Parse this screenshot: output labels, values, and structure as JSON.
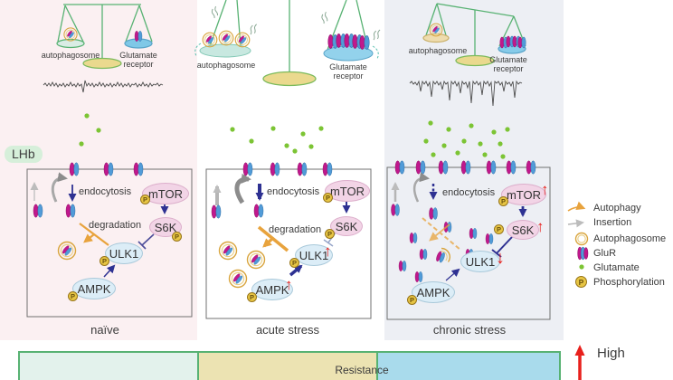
{
  "colors": {
    "glur_magenta": "#c0188c",
    "glur_blue": "#519bd8",
    "glutamate_green": "#7cc434",
    "phosphorylation_yellow": "#e7c544",
    "autophagy_orange": "#e8a33d",
    "scale_green": "#58b273",
    "trend_red": "#e8201c",
    "kinase_pink": "#f2d4e6",
    "kinase_blue": "#dcedf7",
    "navy_arrow": "#2e3192",
    "panel_naive_bg": "#fbf0f2",
    "panel_chronic_bg": "#edeff4",
    "bar_naive": "#e3f2ec",
    "bar_acute": "#ece3b2",
    "bar_chronic": "#a9dbec"
  },
  "symbols": {
    "p": "P",
    "up": "↑",
    "down": "↓"
  },
  "lhb_label": "LHb",
  "panels": [
    {
      "condition_label": "naïve",
      "scale": {
        "left_label": "autophagosome",
        "right_label": "Glutamate receptor"
      },
      "cell": {
        "endocytosis_label": "endocytosis",
        "degradation_label": "degradation",
        "mtor_label": "mTOR",
        "s6k_label": "S6K",
        "ulk1_label": "ULK1",
        "ampk_label": "AMPK"
      }
    },
    {
      "condition_label": "acute stress",
      "scale": {
        "left_label": "autophagosome",
        "right_label": "Glutamate receptor"
      },
      "cell": {
        "endocytosis_label": "endocytosis",
        "degradation_label": "degradation",
        "mtor_label": "mTOR",
        "s6k_label": "S6K",
        "ulk1_label": "ULK1",
        "ampk_label": "AMPK",
        "ulk1_trend": "up",
        "ampk_trend": "up"
      }
    },
    {
      "condition_label": "chronic stress",
      "scale": {
        "left_label": "autophagosome",
        "right_label": "Glutamate receptor"
      },
      "cell": {
        "endocytosis_label": "endocytosis",
        "mtor_label": "mTOR",
        "s6k_label": "S6K",
        "ulk1_label": "ULK1",
        "ampk_label": "AMPK",
        "mtor_trend": "up",
        "s6k_trend": "up",
        "ulk1_trend": "down"
      }
    }
  ],
  "legend": {
    "items": [
      {
        "icon": "autophagy-arrow",
        "label": "Autophagy"
      },
      {
        "icon": "insertion-arrow",
        "label": "Insertion"
      },
      {
        "icon": "autophagosome-ring",
        "label": "Autophagosome"
      },
      {
        "icon": "glur-receptor",
        "label": "GluR"
      },
      {
        "icon": "glutamate-dot",
        "label": "Glutamate"
      },
      {
        "icon": "phosphorylation-badge",
        "label": "Phosphorylation"
      }
    ]
  },
  "resistance_bar": {
    "label": "Resistance",
    "level_label": "High"
  }
}
